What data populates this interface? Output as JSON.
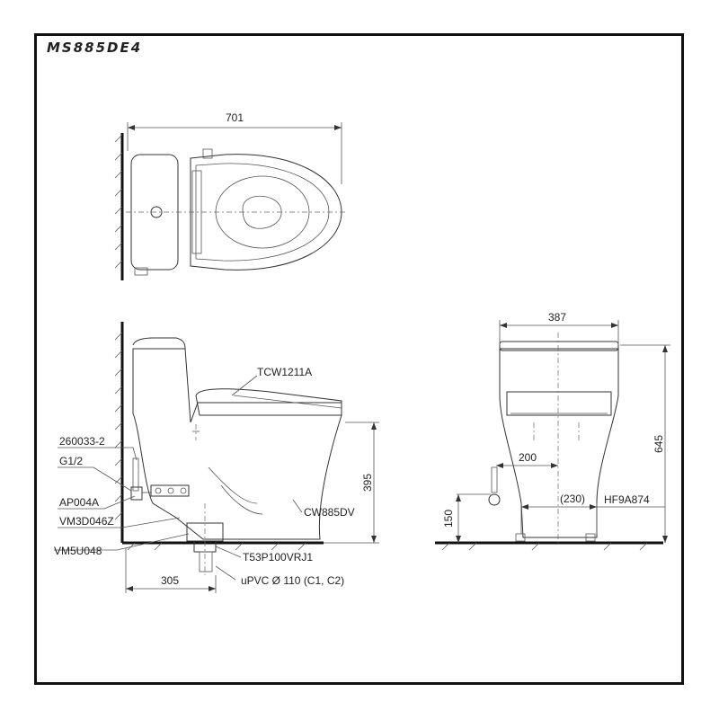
{
  "model": "MS885DE4",
  "top_view": {
    "width_dim": "701"
  },
  "side_view": {
    "seat_part": "TCW1211A",
    "supply_valve_part": "260033-2",
    "thread": "G1/2",
    "hose_part": "AP004A",
    "valve_part": "VM3D046Z",
    "flange_part": "VM5U048",
    "bowl_part": "CW885DV",
    "adapter_part": "T53P100VRJ1",
    "pipe_label": "uPVC Ø 110 (C1, C2)",
    "rough_in_dim": "305",
    "seat_height_dim": "395"
  },
  "front_view": {
    "width_dim": "387",
    "height_dim": "645",
    "supply_offset_dim": "200",
    "bolt_spacing_dim": "(230)",
    "supply_height_dim": "150",
    "bolt_part": "HF9A874"
  }
}
